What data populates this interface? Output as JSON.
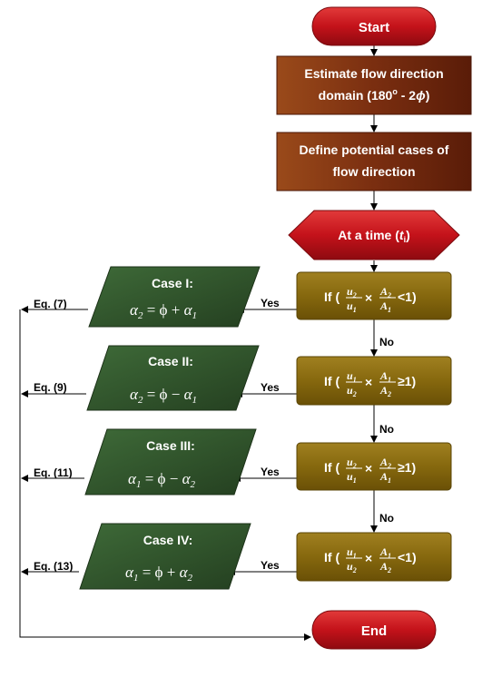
{
  "start": "Start",
  "end": "End",
  "step1": {
    "line1": "Estimate flow direction",
    "line2a": "domain (180",
    "line2b": "o",
    "line2c": " - 2",
    "line2d": "ϕ",
    "line2e": ")"
  },
  "step2": {
    "line1": "Define potential cases of",
    "line2": "flow direction"
  },
  "time": {
    "prefix": "At a time (",
    "var": "t",
    "sub": "i",
    "suffix": ")"
  },
  "decisions": [
    {
      "if": "If (",
      "n1": "u",
      "n1s": "2",
      "d1": "u",
      "d1s": "1",
      "times": "×",
      "n2": "A",
      "n2s": "2",
      "d2": "A",
      "d2s": "1",
      "rel": "<1)"
    },
    {
      "if": "If (",
      "n1": "u",
      "n1s": "1",
      "d1": "u",
      "d1s": "2",
      "times": "×",
      "n2": "A",
      "n2s": "1",
      "d2": "A",
      "d2s": "2",
      "rel": "≥1)"
    },
    {
      "if": "If (",
      "n1": "u",
      "n1s": "2",
      "d1": "u",
      "d1s": "1",
      "times": "×",
      "n2": "A",
      "n2s": "2",
      "d2": "A",
      "d2s": "1",
      "rel": "≥1)"
    },
    {
      "if": "If (",
      "n1": "u",
      "n1s": "1",
      "d1": "u",
      "d1s": "2",
      "times": "×",
      "n2": "A",
      "n2s": "1",
      "d2": "A",
      "d2s": "2",
      "rel": "<1)"
    }
  ],
  "cases": [
    {
      "title": "Case I:",
      "lhs": "α",
      "lhss": "2",
      "eq": " = ϕ + ",
      "rhs": "α",
      "rhss": "1"
    },
    {
      "title": "Case II:",
      "lhs": "α",
      "lhss": "2",
      "eq": " = ϕ − ",
      "rhs": "α",
      "rhss": "1"
    },
    {
      "title": "Case III:",
      "lhs": "α",
      "lhss": "1",
      "eq": " = ϕ − ",
      "rhs": "α",
      "rhss": "2"
    },
    {
      "title": "Case IV:",
      "lhs": "α",
      "lhss": "1",
      "eq": " = ϕ + ",
      "rhs": "α",
      "rhss": "2"
    }
  ],
  "yes": [
    "Yes",
    "Yes",
    "Yes",
    "Yes"
  ],
  "no": [
    "No",
    "No",
    "No"
  ],
  "eqs": [
    "Eq. (7)",
    "Eq. (9)",
    "Eq. (11)",
    "Eq. (13)"
  ],
  "colors": {
    "red": "#c0121a",
    "brown": "#8a3a12",
    "olive": "#8a6c10",
    "green": "#335a2e"
  }
}
